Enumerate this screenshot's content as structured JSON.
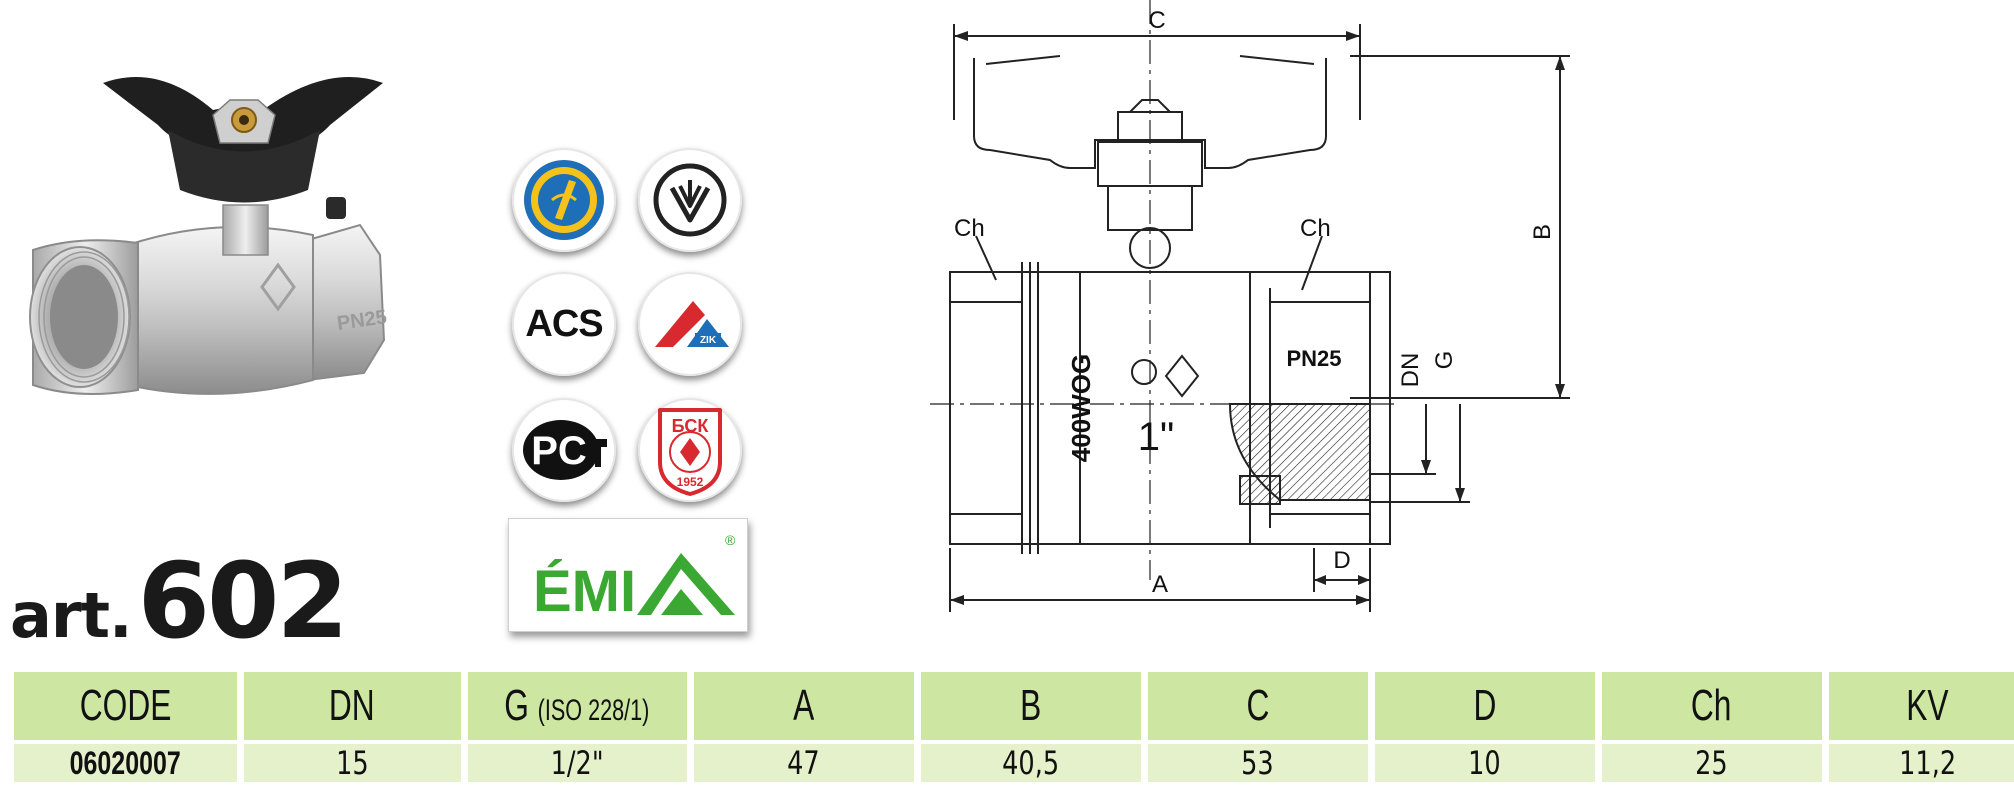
{
  "product": {
    "prefix": "art.",
    "number": "602",
    "pressure_mark": "PN25"
  },
  "certifications": {
    "acs_label": "ACS",
    "gost_label": "PC",
    "bsk_top": "БСК",
    "bsk_year": "1952",
    "emi_label": "ÉMI",
    "registered_mark": "®"
  },
  "drawing": {
    "dim_c": "C",
    "dim_b": "B",
    "dim_a": "A",
    "dim_d": "D",
    "dim_dn": "DN",
    "dim_g": "G",
    "ch_left": "Ch",
    "ch_right": "Ch",
    "body_wog": "400WOG",
    "body_size": "1\"",
    "body_pn": "PN25"
  },
  "table": {
    "headers": [
      "CODE",
      "DN",
      "G",
      "A",
      "B",
      "C",
      "D",
      "Ch",
      "KV"
    ],
    "header_g_note": "(ISO 228/1)",
    "rows": [
      [
        "06020007",
        "15",
        "1/2\"",
        "47",
        "40,5",
        "53",
        "10",
        "25",
        "11,2"
      ]
    ]
  },
  "colors": {
    "header_bg": "#cde6a2",
    "row_bg": "#e4f1cb",
    "emi_green": "#3aa832",
    "bsk_red": "#d8292f",
    "ukr_blue": "#1f6fb8",
    "ukr_yellow": "#f4c21b"
  }
}
